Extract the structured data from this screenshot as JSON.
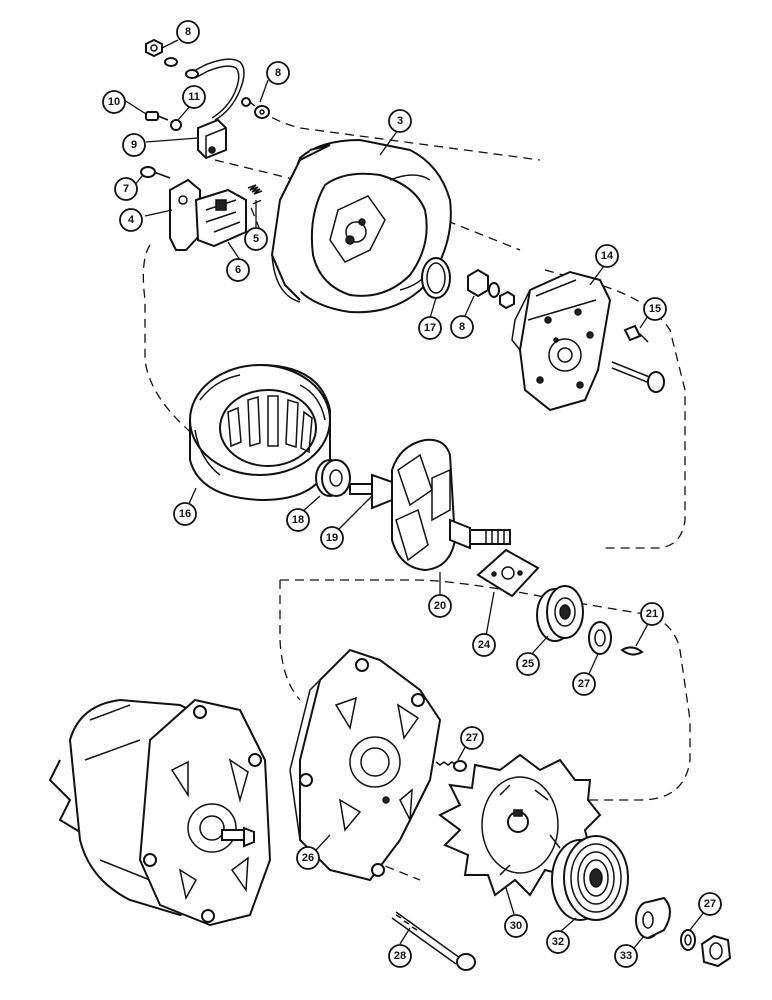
{
  "callouts": [
    {
      "id": "c8a",
      "label": "8"
    },
    {
      "id": "c8b",
      "label": "8"
    },
    {
      "id": "c10",
      "label": "10"
    },
    {
      "id": "c11",
      "label": "11"
    },
    {
      "id": "c9",
      "label": "9"
    },
    {
      "id": "c7",
      "label": "7"
    },
    {
      "id": "c4",
      "label": "4"
    },
    {
      "id": "c5",
      "label": "5"
    },
    {
      "id": "c6",
      "label": "6"
    },
    {
      "id": "c3",
      "label": "3"
    },
    {
      "id": "c14",
      "label": "14"
    },
    {
      "id": "c15",
      "label": "15"
    },
    {
      "id": "c17",
      "label": "17"
    },
    {
      "id": "c8c",
      "label": "8"
    },
    {
      "id": "c16",
      "label": "16"
    },
    {
      "id": "c18",
      "label": "18"
    },
    {
      "id": "c19",
      "label": "19"
    },
    {
      "id": "c20",
      "label": "20"
    },
    {
      "id": "c24",
      "label": "24"
    },
    {
      "id": "c25",
      "label": "25"
    },
    {
      "id": "c21",
      "label": "21"
    },
    {
      "id": "c27a",
      "label": "27"
    },
    {
      "id": "c27b",
      "label": "27"
    },
    {
      "id": "c26",
      "label": "26"
    },
    {
      "id": "c30",
      "label": "30"
    },
    {
      "id": "c32",
      "label": "32"
    },
    {
      "id": "c33",
      "label": "33"
    },
    {
      "id": "c27c",
      "label": "27"
    },
    {
      "id": "c28",
      "label": "28"
    }
  ]
}
